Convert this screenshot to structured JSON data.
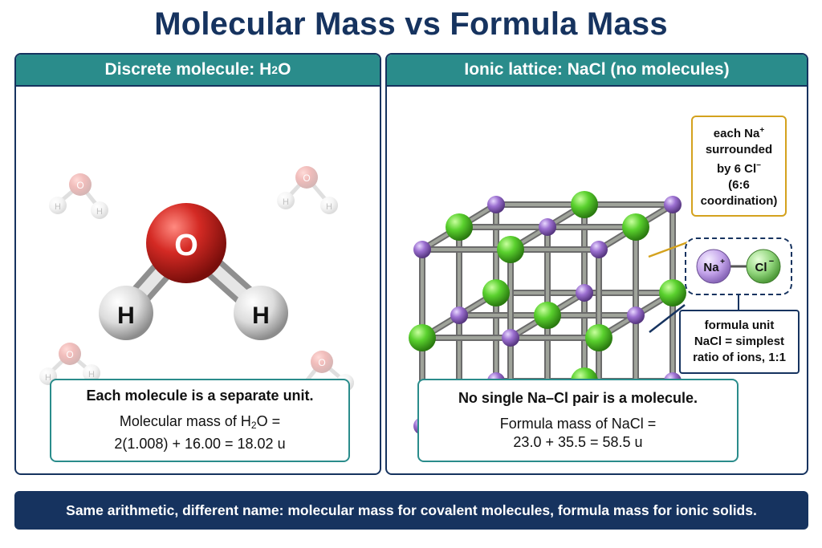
{
  "title": "Molecular Mass vs Formula Mass",
  "left_panel": {
    "header_prefix": "Discrete molecule: H",
    "header_sub": "2",
    "header_suffix": "O",
    "atom_o": "O",
    "atom_h": "H",
    "info_line1": "Each molecule is a separate unit.",
    "info_line2_prefix": "Molecular mass of H",
    "info_line2_sub": "2",
    "info_line2_suffix": "O =",
    "info_line3": "2(1.008) + 16.00 = 18.02 u"
  },
  "right_panel": {
    "header": "Ionic lattice: NaCl (no molecules)",
    "callout_line1_prefix": "each Na",
    "callout_line1_sup": "+",
    "callout_line2": "surrounded",
    "callout_line3_prefix": "by 6 Cl",
    "callout_line3_sup": "−",
    "callout_line4": "(6:6",
    "callout_line5": "coordination)",
    "na_label": "Na",
    "na_sup": "+",
    "cl_label": "Cl",
    "cl_sup": "−",
    "fu_line1": "formula unit",
    "fu_line2": "NaCl = simplest",
    "fu_line3": "ratio of ions, 1:1",
    "info_line1": "No single Na–Cl pair is a molecule.",
    "info_line2": "Formula mass of NaCl =",
    "info_line3": "23.0 + 35.5 = 58.5 u"
  },
  "banner": "Same arithmetic, different name: molecular mass for covalent molecules, formula mass for ionic solids.",
  "colors": {
    "navy": "#16335f",
    "teal": "#2a8c8b",
    "oxygen_red": "#d42a24",
    "hydrogen_white": "#e8e8e8",
    "sodium_purple": "#9b6fd0",
    "chloride_green": "#5ad12e",
    "callout_gold": "#d4a21e"
  }
}
